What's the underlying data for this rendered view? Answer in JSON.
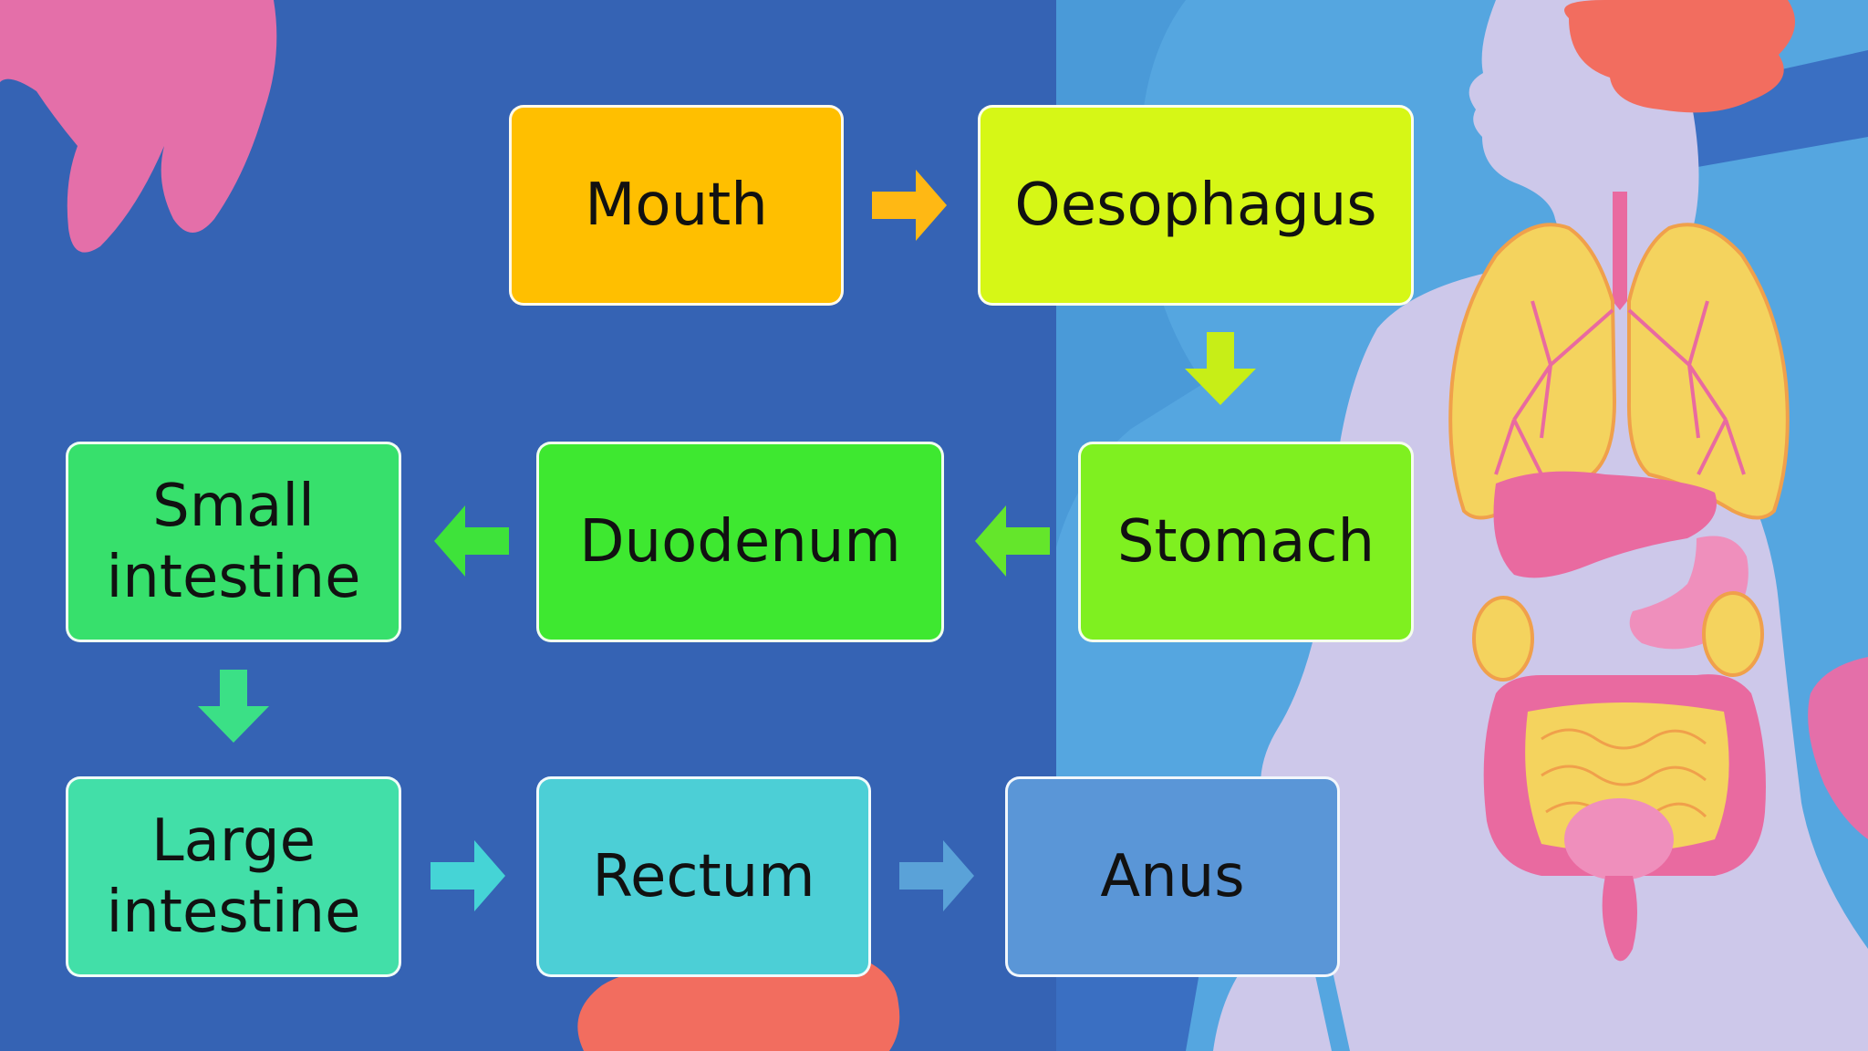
{
  "steps": [
    {
      "label": "Mouth",
      "color": "#ffbf00"
    },
    {
      "label": "Oesophagus",
      "color": "#d6f716"
    },
    {
      "label": "Stomach",
      "color": "#7ff020"
    },
    {
      "label": "Duodenum",
      "color": "#3ee830"
    },
    {
      "label": "Small\nintestine",
      "color": "#37e06c"
    },
    {
      "label": "Large\nintestine",
      "color": "#42dfa8"
    },
    {
      "label": "Rectum",
      "color": "#4ccfd6"
    },
    {
      "label": "Anus",
      "color": "#5a96d7"
    }
  ],
  "arrows": [
    {
      "from": "Mouth",
      "to": "Oesophagus",
      "direction": "right",
      "color": "#ffb814"
    },
    {
      "from": "Oesophagus",
      "to": "Stomach",
      "direction": "down",
      "color": "#c7ee17"
    },
    {
      "from": "Stomach",
      "to": "Duodenum",
      "direction": "left",
      "color": "#64e62b"
    },
    {
      "from": "Duodenum",
      "to": "Small intestine",
      "direction": "left",
      "color": "#3ee33a"
    },
    {
      "from": "Small intestine",
      "to": "Large intestine",
      "direction": "down",
      "color": "#3be086"
    },
    {
      "from": "Large intestine",
      "to": "Rectum",
      "direction": "right",
      "color": "#45d4d6"
    },
    {
      "from": "Rectum",
      "to": "Anus",
      "direction": "right",
      "color": "#5aa2d8"
    }
  ],
  "palette": {
    "background": "#3563b4",
    "body_silhouette_bg": "#55a6e0",
    "body_silhouette": "#cdc8ea",
    "pink_blob": "#e46fa9",
    "coral_blob": "#f26d5f",
    "lungs": "#f4d35e",
    "organs_pink": "#e96aa0"
  },
  "illustration": {
    "name": "human-digestive-system-illustration"
  }
}
